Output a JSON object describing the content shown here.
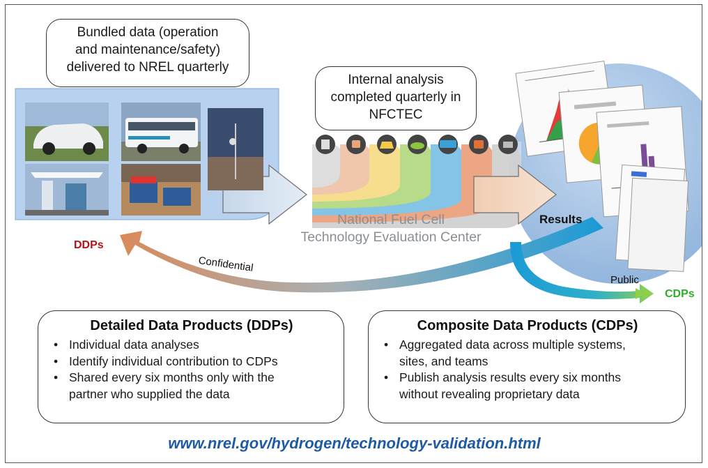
{
  "callouts": {
    "bundled": [
      "Bundled data (operation",
      "and maintenance/safety)",
      "delivered to NREL quarterly"
    ],
    "internal": [
      "Internal analysis",
      "completed quarterly in",
      "NFCTEC"
    ]
  },
  "center": {
    "line1": "National Fuel Cell",
    "line2": "Technology Evaluation Center"
  },
  "labels": {
    "results": "Results",
    "ddps": "DDPs",
    "cdps": "CDPs",
    "confidential": "Confidential",
    "public": "Public"
  },
  "photos": [
    "fuel cell car",
    "fuel cell bus",
    "weather station",
    "hydrogen fueling station",
    "fuel cell forklifts"
  ],
  "stream_icons": [
    "parking-icon",
    "forklift-icon",
    "car-icon",
    "vehicle-icon",
    "bus-icon",
    "power-icon",
    "backup-power-icon"
  ],
  "ddp_panel": {
    "title": "Detailed Data Products (DDPs)",
    "items": [
      "Individual data analyses",
      "Identify individual contribution to CDPs",
      "Shared every six months only with the",
      "partner who supplied the data"
    ]
  },
  "cdp_panel": {
    "title": "Composite Data Products (CDPs)",
    "items": [
      "Aggregated data across multiple systems,",
      "sites, and teams",
      "Publish analysis results every six months",
      "without revealing proprietary data"
    ]
  },
  "url": "www.nrel.gov/hydrogen/technology-validation.html",
  "colors": {
    "ddp_red": "#b0161c",
    "cdp_green": "#2fae2a",
    "url_blue": "#1f5aa6",
    "panel_blue": "#b7d1ee",
    "circle_blue": "#a9c6e6"
  }
}
